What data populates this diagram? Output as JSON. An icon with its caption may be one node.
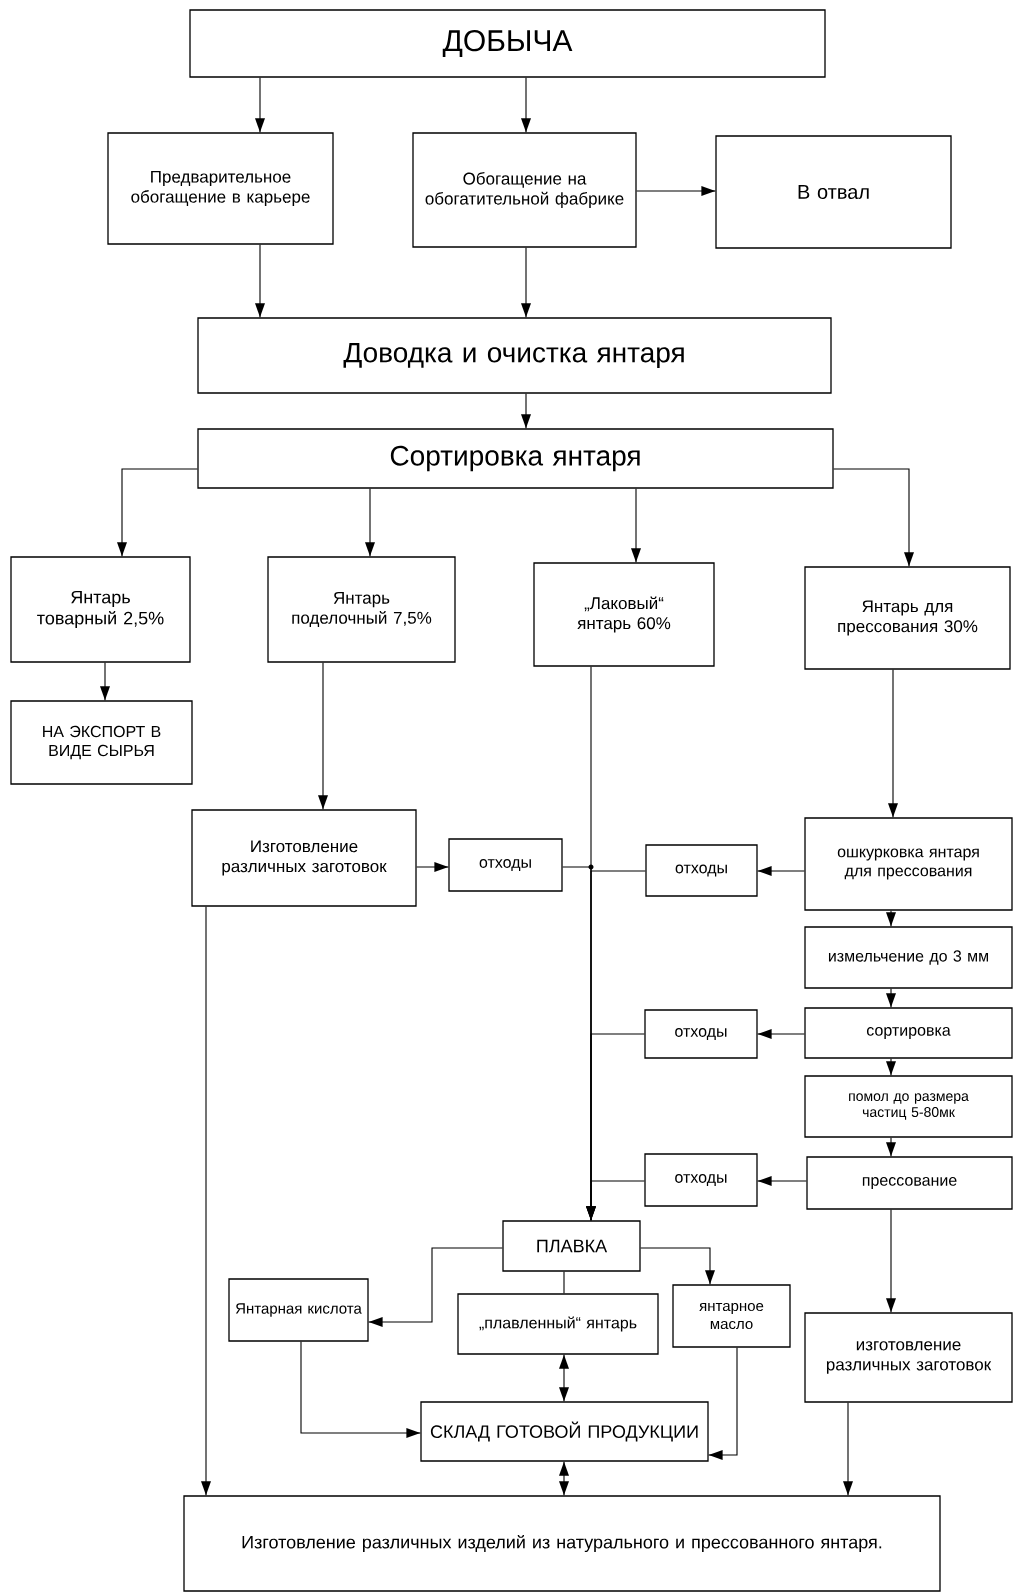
{
  "diagram": {
    "nodes": [
      {
        "text": [
          "ДОБЫЧА"
        ]
      },
      {
        "text": [
          "Предварительное обогащение в карьере"
        ]
      },
      {
        "text": [
          "Обогащение на обогатительной фабрике"
        ]
      },
      {
        "text": [
          "В отвал"
        ]
      },
      {
        "text": [
          "Доводка и очистка янтаря"
        ]
      },
      {
        "text": [
          "Сортировка янтаря"
        ]
      },
      {
        "text": [
          "Янтарь товарный 2,5%"
        ]
      },
      {
        "text": [
          "НА ЭКСПОРТ В ВИДЕ СЫРЬЯ"
        ]
      },
      {
        "text": [
          "Янтарь поделочный 7,5%"
        ]
      },
      {
        "text": [
          "„Лаковый“ янтарь 60%"
        ]
      },
      {
        "text": [
          "Янтарь для прессования 30%"
        ]
      },
      {
        "text": [
          "Изготовление различных заготовок"
        ]
      },
      {
        "text": [
          "отходы"
        ]
      },
      {
        "text": [
          "отходы"
        ]
      },
      {
        "text": [
          "ошкурковка янтаря для прессования"
        ]
      },
      {
        "text": [
          "измельчение до 3 мм"
        ]
      },
      {
        "text": [
          "сортировка"
        ]
      },
      {
        "text": [
          "отходы"
        ]
      },
      {
        "text": [
          "помол до размера частиц 5-80мк"
        ]
      },
      {
        "text": [
          "отходы"
        ]
      },
      {
        "text": [
          "прессование"
        ]
      },
      {
        "text": [
          "ПЛАВКА"
        ]
      },
      {
        "text": [
          "Янтарная кислота"
        ]
      },
      {
        "text": [
          "„плавленный“ янтарь"
        ]
      },
      {
        "text": [
          "янтарное масло"
        ]
      },
      {
        "text": [
          "изготовление различных заготовок"
        ]
      },
      {
        "text": [
          "СКЛАД ГОТОВОЙ ПРОДУКЦИИ"
        ]
      },
      {
        "text": [
          "Изготовление различных изделий из натурального и прессованного янтаря."
        ]
      }
    ],
    "edges": [
      {
        "from": 0,
        "to": 1,
        "arrow": "to"
      },
      {
        "from": 0,
        "to": 2,
        "arrow": "to"
      },
      {
        "from": 2,
        "to": 3,
        "arrow": "to"
      },
      {
        "from": 1,
        "to": 4,
        "arrow": "to"
      },
      {
        "from": 2,
        "to": 4,
        "arrow": "to"
      },
      {
        "from": 4,
        "to": 5,
        "arrow": "to"
      },
      {
        "from": 5,
        "to": 6,
        "arrow": "to"
      },
      {
        "from": 5,
        "to": 8,
        "arrow": "to"
      },
      {
        "from": 5,
        "to": 9,
        "arrow": "to"
      },
      {
        "from": 5,
        "to": 10,
        "arrow": "to"
      },
      {
        "from": 6,
        "to": 7,
        "arrow": "to"
      },
      {
        "from": 8,
        "to": 11,
        "arrow": "to"
      },
      {
        "from": 11,
        "to": 12,
        "arrow": "to"
      },
      {
        "from": 12,
        "to": 21,
        "arrow": "none"
      },
      {
        "from": 10,
        "to": 14,
        "arrow": "to"
      },
      {
        "from": 14,
        "to": 13,
        "arrow": "to"
      },
      {
        "from": 13,
        "to": 21,
        "arrow": "to"
      },
      {
        "from": 14,
        "to": 15,
        "arrow": "to"
      },
      {
        "from": 15,
        "to": 16,
        "arrow": "to"
      },
      {
        "from": 16,
        "to": 17,
        "arrow": "to"
      },
      {
        "from": 17,
        "to": 21,
        "arrow": "to"
      },
      {
        "from": 16,
        "to": 18,
        "arrow": "to"
      },
      {
        "from": 18,
        "to": 20,
        "arrow": "to"
      },
      {
        "from": 20,
        "to": 19,
        "arrow": "to"
      },
      {
        "from": 19,
        "to": 21,
        "arrow": "to"
      },
      {
        "from": 9,
        "to": 21,
        "arrow": "none"
      },
      {
        "from": 20,
        "to": 25,
        "arrow": "to"
      },
      {
        "from": 21,
        "to": 22,
        "arrow": "to"
      },
      {
        "from": 21,
        "to": 23,
        "arrow": "none"
      },
      {
        "from": 21,
        "to": 24,
        "arrow": "to"
      },
      {
        "from": 23,
        "to": 26,
        "arrow": "both"
      },
      {
        "from": 22,
        "to": 26,
        "arrow": "to"
      },
      {
        "from": 24,
        "to": 26,
        "arrow": "to"
      },
      {
        "from": 26,
        "to": 27,
        "arrow": "both"
      },
      {
        "from": 11,
        "to": 27,
        "arrow": "to"
      },
      {
        "from": 25,
        "to": 27,
        "arrow": "to"
      }
    ]
  }
}
